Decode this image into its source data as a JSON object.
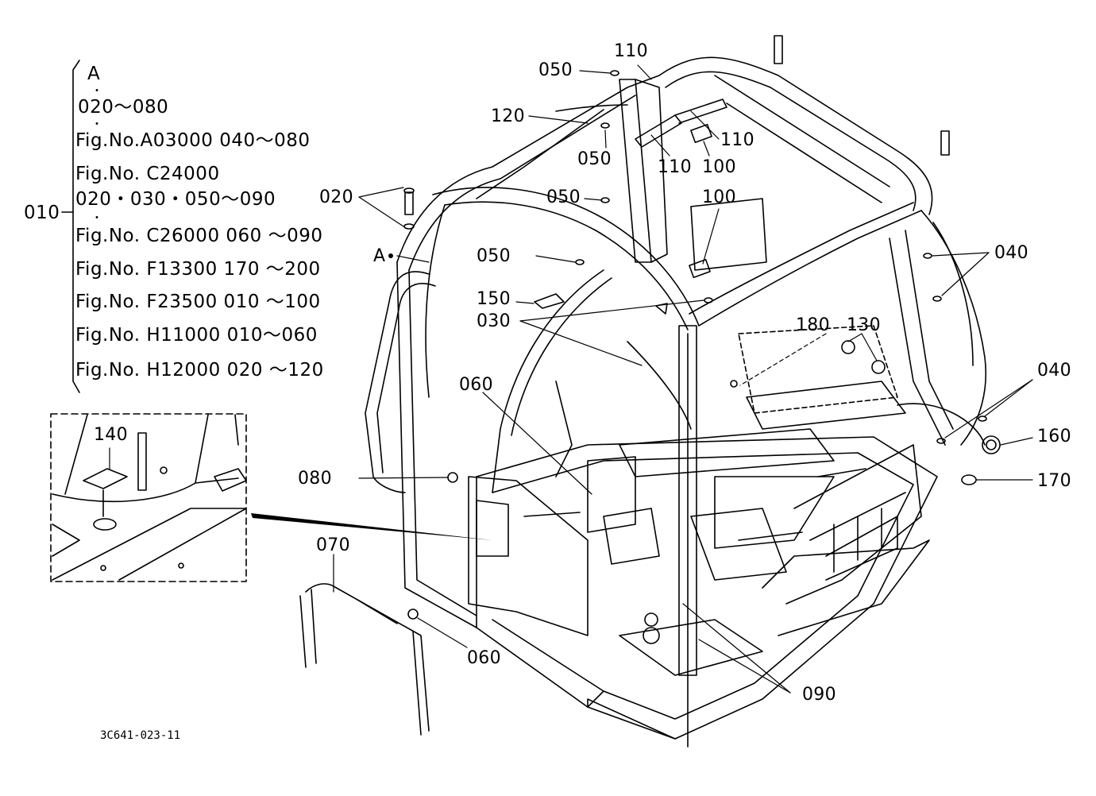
{
  "reference_block": {
    "group_label": "010",
    "view_marker": "A",
    "lines": [
      "020～080",
      "Fig.No.A03000  040～080",
      "Fig.No. C24000",
      "020・030・050～090",
      "Fig.No. C26000 060 ～090",
      "Fig.No. F13300  170 ～200",
      "Fig.No. F23500  010 ～100",
      "Fig.No. H11000 010～060",
      "Fig.No. H12000 020 ～120"
    ]
  },
  "part_labels": {
    "p020": "020",
    "pA": "A",
    "p050_top": "050",
    "p110_top": "110",
    "p120": "120",
    "p050_b": "050",
    "p110_r": "110",
    "p110_m": "110",
    "p100_a": "100",
    "p050_c": "050",
    "p100_b": "100",
    "p050_d": "050",
    "p150": "150",
    "p030": "030",
    "p040_a": "040",
    "p180": "180",
    "p130": "130",
    "p040_b": "040",
    "p160": "160",
    "p170": "170",
    "p060_a": "060",
    "p140": "140",
    "p080": "080",
    "p070": "070",
    "p060_b": "060",
    "p090": "090"
  },
  "drawing_code": "3C641-023-11"
}
